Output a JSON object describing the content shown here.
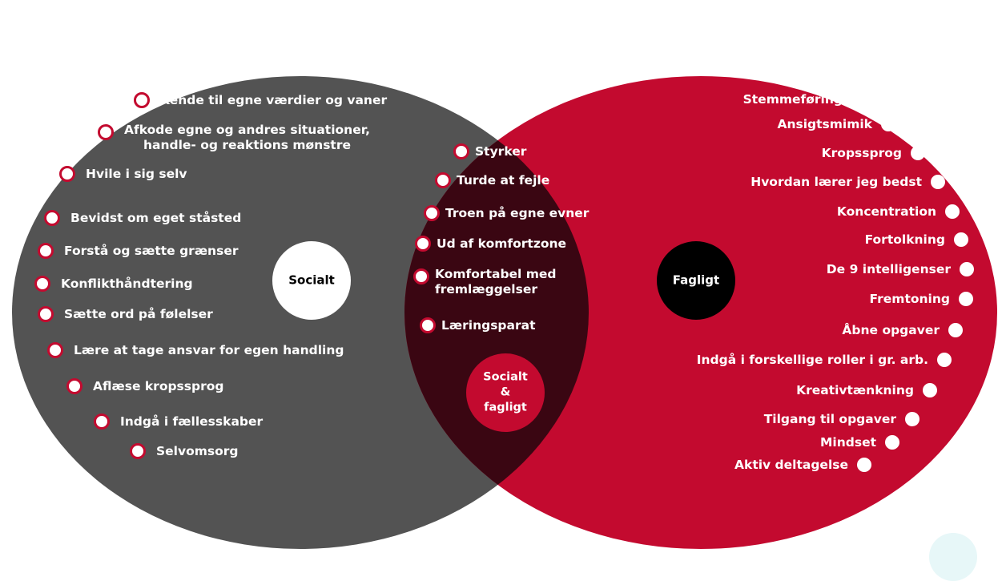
{
  "colors": {
    "social_circle": "#535353",
    "academic_circle": "#c30a2f",
    "overlap": "#3a0612",
    "text": "#ffffff",
    "bullet_ring": "#c30a2f",
    "social_badge": "#ffffff",
    "academic_badge": "#000000",
    "overlap_badge": "#c30a2f"
  },
  "labels": {
    "social": "Socialt",
    "academic": "Fagligt",
    "overlap": [
      "Socialt",
      "&",
      "fagligt"
    ]
  },
  "social_items": [
    "Kende til egne værdier og vaner",
    [
      "Afkode egne og andres situationer,",
      "handle- og reaktions mønstre"
    ],
    "Hvile i sig selv",
    "Bevidst om eget ståsted",
    "Forstå og sætte grænser",
    "Konflikthåndtering",
    "Sætte ord på følelser",
    "Lære at tage ansvar for egen handling",
    "Aflæse kropssprog",
    "Indgå i fællesskaber",
    "Selvomsorg"
  ],
  "overlap_items": [
    "Styrker",
    "Turde at fejle",
    "Troen på egne evner",
    "Ud af komfortzone",
    [
      "Komfortabel med",
      "fremlæggelser"
    ],
    "Læringsparat"
  ],
  "academic_items": [
    "Stemmeføring",
    "Ansigtsmimik",
    "Kropssprog",
    "Hvordan lærer jeg bedst",
    "Koncentration",
    "Fortolkning",
    "De 9 intelligenser",
    "Fremtoning",
    "Åbne opgaver",
    "Indgå i forskellige roller i gr. arb.",
    "Kreativtænkning",
    "Tilgang til opgaver",
    "Mindset",
    "Aktiv deltagelse"
  ]
}
